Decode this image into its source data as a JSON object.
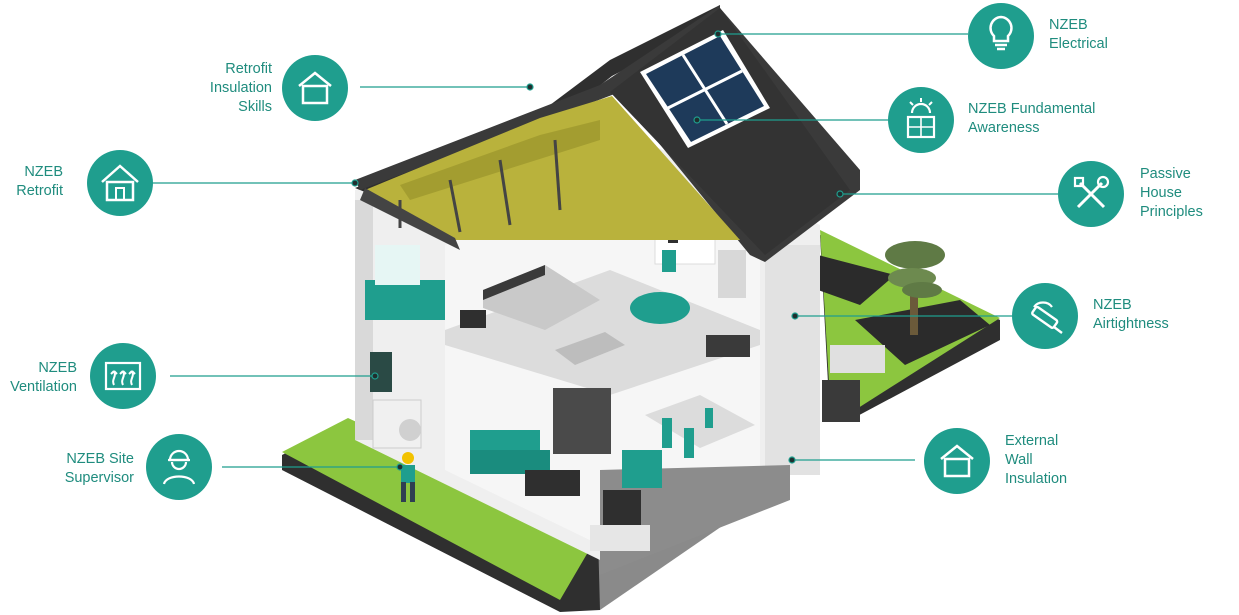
{
  "colors": {
    "teal": "#1f9e8e",
    "label_teal": "#1f8c7e",
    "roof": "#3a3a3a",
    "insulation": "#b9b23c",
    "lawn": "#8cc63f",
    "wall": "#e6e6e6",
    "floor": "#f4f4f4"
  },
  "labels": [
    {
      "id": "nzeb-electrical",
      "text": "NZEB\nElectrical",
      "icon": "lightbulb-icon"
    },
    {
      "id": "retrofit-insulation-skills",
      "text": "Retrofit\nInsulation\nSkills",
      "icon": "house-outline-icon"
    },
    {
      "id": "nzeb-fundamental-awareness",
      "text": "NZEB Fundamental\nAwareness",
      "icon": "solar-panel-icon"
    },
    {
      "id": "nzeb-retrofit",
      "text": "NZEB\nRetrofit",
      "icon": "house-icon"
    },
    {
      "id": "passive-house-principles",
      "text": "Passive\nHouse\nPrinciples",
      "icon": "tools-icon"
    },
    {
      "id": "nzeb-airtightness",
      "text": "NZEB\nAirtightness",
      "icon": "sealant-gun-icon"
    },
    {
      "id": "nzeb-ventilation",
      "text": "NZEB\nVentilation",
      "icon": "ventilation-icon"
    },
    {
      "id": "nzeb-site-supervisor",
      "text": "NZEB Site\nSupervisor",
      "icon": "worker-icon"
    },
    {
      "id": "external-wall-insulation",
      "text": "External\nWall\nInsulation",
      "icon": "house-outline-icon"
    }
  ]
}
